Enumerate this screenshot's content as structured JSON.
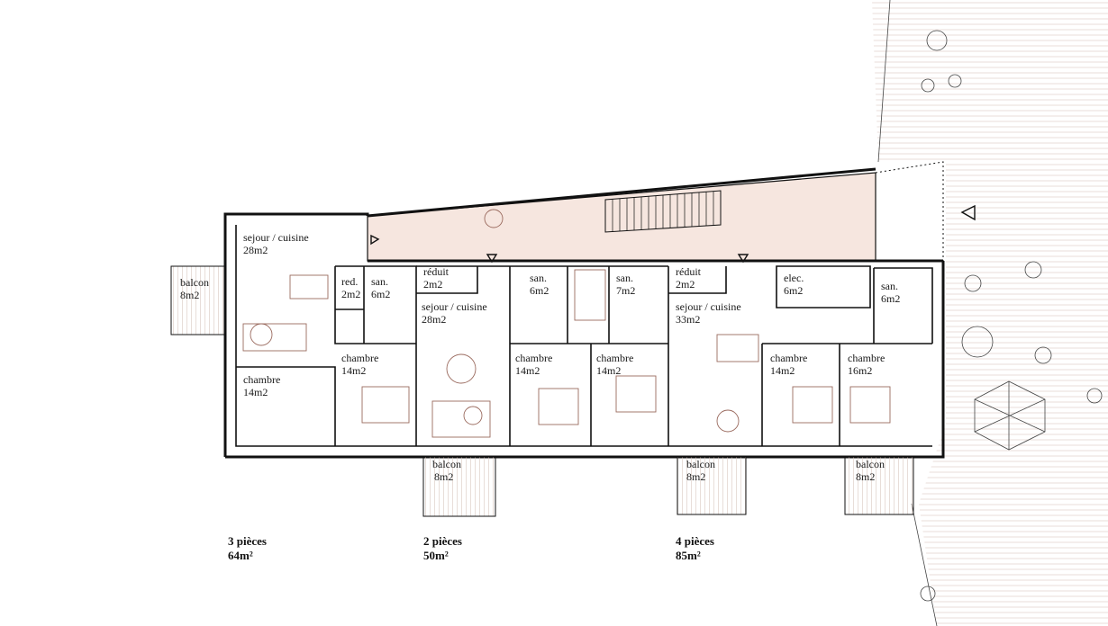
{
  "rooms": [
    {
      "name": "sejour / cuisine",
      "area": "28m2"
    },
    {
      "name": "balcon",
      "area": "8m2"
    },
    {
      "name": "red.",
      "area": "2m2"
    },
    {
      "name": "san.",
      "area": "6m2"
    },
    {
      "name": "chambre",
      "area": "14m2"
    },
    {
      "name": "chambre",
      "area": "14m2"
    },
    {
      "name": "réduit",
      "area": "2m2"
    },
    {
      "name": "sejour / cuisine",
      "area": "28m2"
    },
    {
      "name": "san.",
      "area": "6m2"
    },
    {
      "name": "san.",
      "area": "7m2"
    },
    {
      "name": "chambre",
      "area": "14m2"
    },
    {
      "name": "chambre",
      "area": "14m2"
    },
    {
      "name": "balcon",
      "area": "8m2"
    },
    {
      "name": "réduit",
      "area": "2m2"
    },
    {
      "name": "sejour / cuisine",
      "area": "33m2"
    },
    {
      "name": "elec.",
      "area": "6m2"
    },
    {
      "name": "san.",
      "area": "6m2"
    },
    {
      "name": "chambre",
      "area": "14m2"
    },
    {
      "name": "chambre",
      "area": "16m2"
    },
    {
      "name": "balcon",
      "area": "8m2"
    },
    {
      "name": "balcon",
      "area": "8m2"
    }
  ],
  "apartments": [
    {
      "type": "3 pièces",
      "area": "64m²"
    },
    {
      "type": "2 pièces",
      "area": "50m²"
    },
    {
      "type": "4 pièces",
      "area": "85m²"
    }
  ],
  "colors": {
    "corridor": "#f6e6df",
    "walls": "#111111",
    "furniture": "#9a6a5e"
  }
}
